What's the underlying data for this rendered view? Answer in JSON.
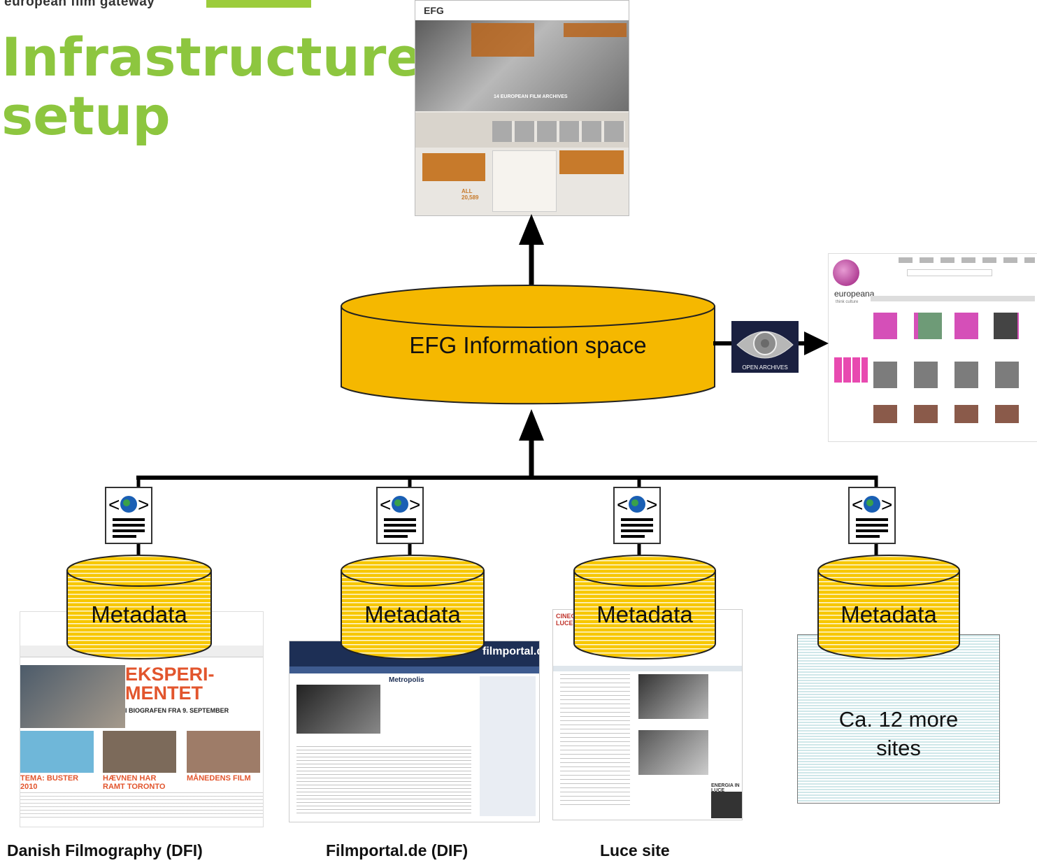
{
  "header": {
    "brand": "european film gateway",
    "title_line1": "Infrastructure",
    "title_line2": "setup"
  },
  "hub": {
    "label": "EFG Information space"
  },
  "open_archives_label": "OPEN ARCHIVES",
  "sources": [
    {
      "cylinder_label": "Metadata",
      "caption": "Danish Filmography (DFI)"
    },
    {
      "cylinder_label": "Metadata",
      "caption": "Filmportal.de (DIF)"
    },
    {
      "cylinder_label": "Metadata",
      "caption": "Luce site"
    },
    {
      "cylinder_label": "Metadata",
      "caption": ""
    }
  ],
  "more_sites": {
    "line1": "Ca. 12 more",
    "line2": "sites"
  },
  "thumbnails": {
    "efg_portal": {
      "logo": "EFG",
      "headline": "14 EUROPEAN FILM ARCHIVES",
      "stat": "ALL 20,589"
    },
    "europeana": {
      "logo": "europeana",
      "tagline": "think culture"
    },
    "dfi": {
      "headline": "EKSPERI-MENTET",
      "sub": "I BIOGRAFEN FRA 9. SEPTEMBER",
      "tiles": [
        "TEMA: BUSTER 2010",
        "HÆVNEN HAR RAMT TORONTO",
        "MÅNEDENS FILM"
      ]
    },
    "filmportal": {
      "logo": "filmportal.de",
      "film": "Metropolis"
    },
    "luce": {
      "logo": "CINECITTÀ LUCE",
      "footer": "ENERGIA IN LUCE"
    }
  },
  "colors": {
    "accent_green": "#8dc63f",
    "hub_fill": "#f5b800",
    "cylinder_fill": "#f7c700",
    "more_sites_fill": "#cfe7e9"
  }
}
